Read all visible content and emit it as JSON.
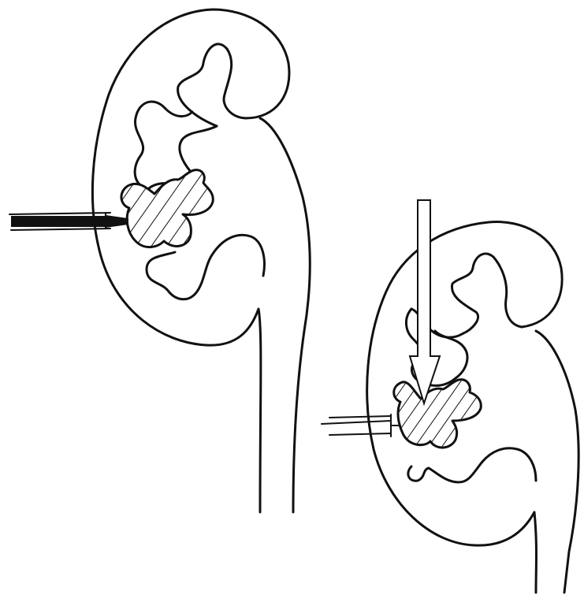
{
  "figure": {
    "panels": [
      {
        "kind": "kidney-with-stone",
        "instrument": "nephroscope"
      },
      {
        "kind": "kidney-with-stone",
        "instrument": "nephroscope",
        "indicator": "arrow"
      }
    ],
    "colors": {
      "line": "#111111",
      "background": "#ffffff"
    }
  }
}
